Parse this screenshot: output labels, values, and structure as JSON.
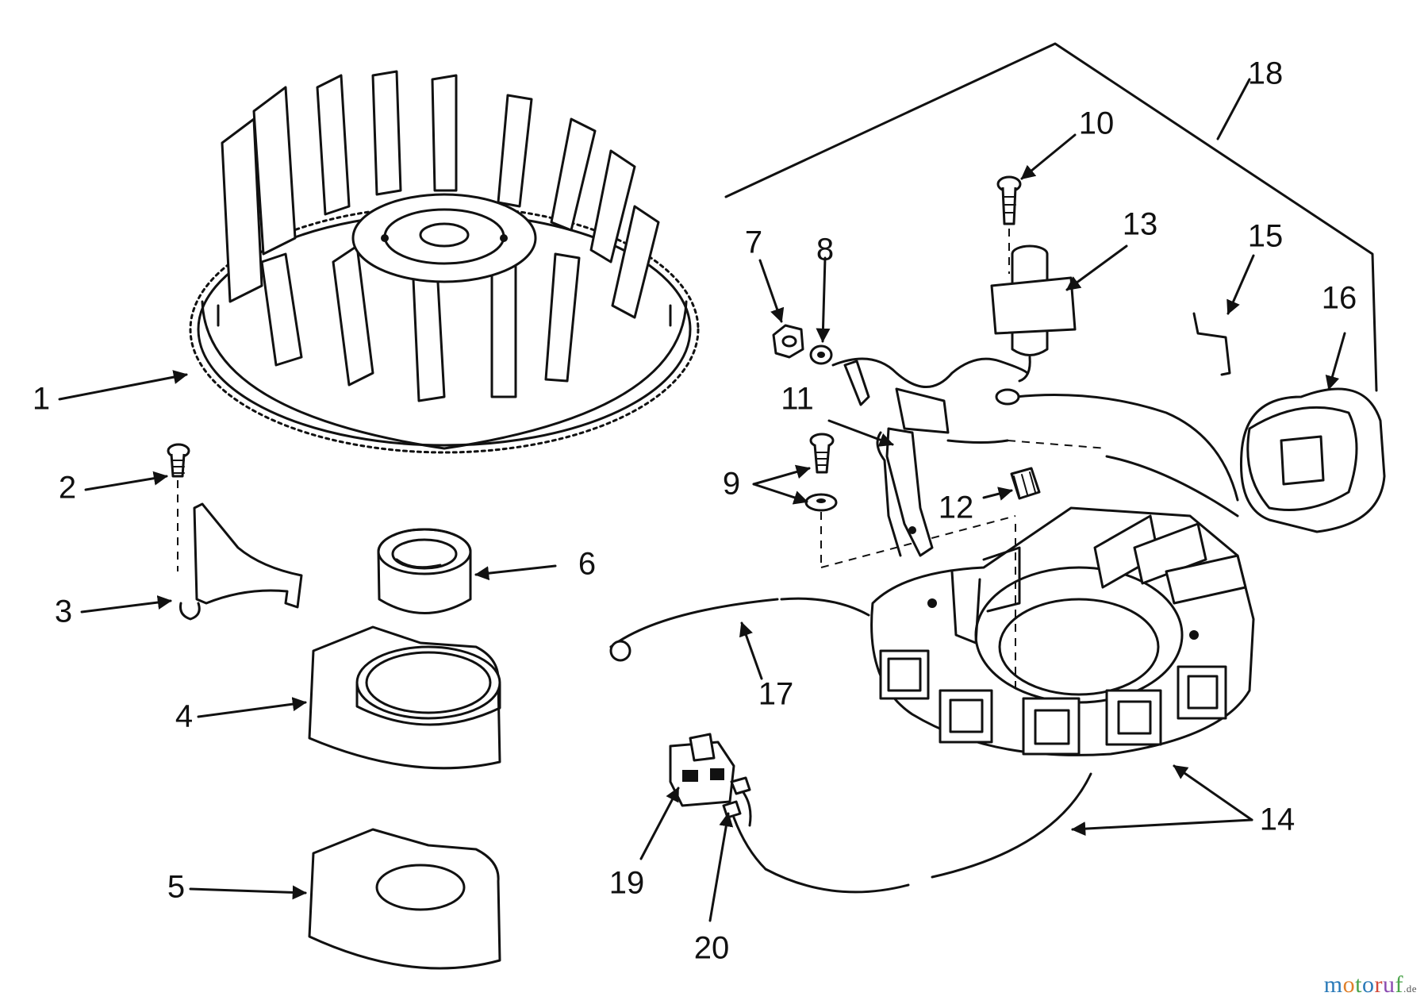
{
  "diagram": {
    "callouts": [
      "1",
      "2",
      "3",
      "4",
      "5",
      "6",
      "7",
      "8",
      "9",
      "10",
      "11",
      "12",
      "13",
      "14",
      "15",
      "16",
      "17",
      "18",
      "19",
      "20"
    ]
  },
  "watermark": {
    "letters": [
      "m",
      "o",
      "t",
      "o",
      "r",
      "u",
      "f"
    ],
    "letter_colors": [
      "#2a7ab8",
      "#e0802a",
      "#4aa34a",
      "#2a7ab8",
      "#d24a3a",
      "#8a4ab0",
      "#4aa34a"
    ],
    "suffix": ".de"
  }
}
